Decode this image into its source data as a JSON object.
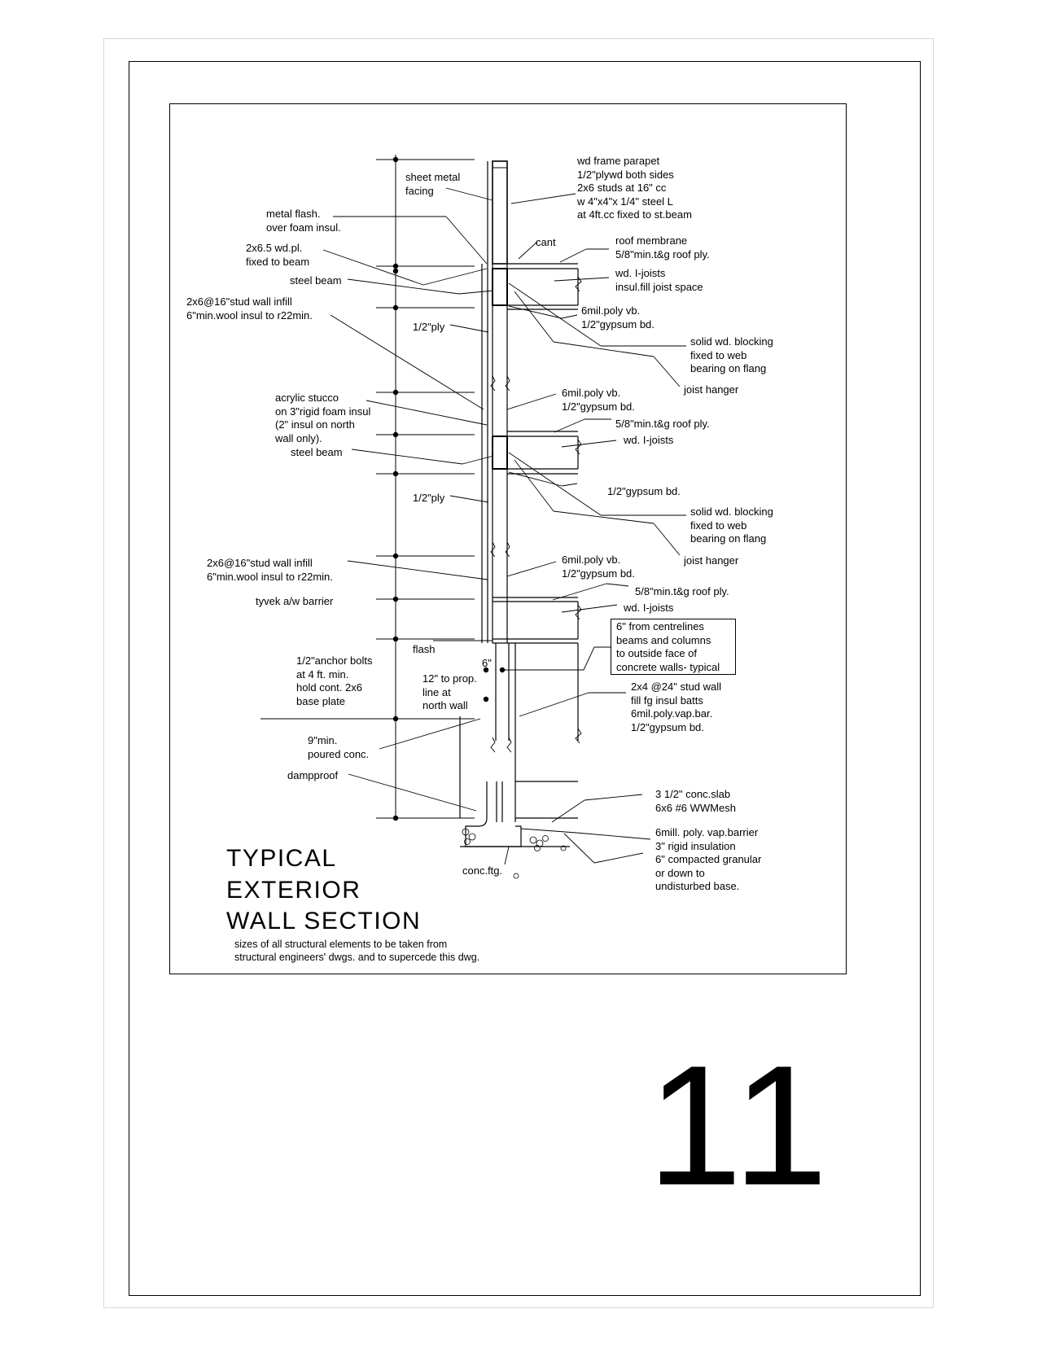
{
  "labels": {
    "sheet_metal_facing": "sheet metal\nfacing",
    "wd_frame_parapet": "wd frame parapet\n1/2\"plywd both sides\n2x6 studs at 16\" cc\nw 4\"x4\"x 1/4\" steel L\nat 4ft.cc fixed to st.beam",
    "metal_flash": "metal flash.\nover foam insul.",
    "cant": "cant",
    "roof_membrane": "roof membrane\n5/8\"min.t&g roof ply.",
    "wd_pl": "2x6.5 wd.pl.\nfixed to beam",
    "steel_beam_1": "steel beam",
    "wd_ijoists_1": "wd. I-joists\ninsul.fill joist space",
    "stud_wall_infill_1": "2x6@16\"stud wall infill\n6\"min.wool insul to r22min.",
    "poly_gypsum_1": "6mil.poly vb.\n1/2\"gypsum bd.",
    "half_ply_1": "1/2\"ply",
    "solid_blocking_1": "solid wd. blocking\nfixed to web\nbearing on flang",
    "joist_hanger_1": "joist hanger",
    "poly_gypsum_2": "6mil.poly vb.\n1/2\"gypsum bd.",
    "acrylic_stucco": "acrylic stucco\non 3\"rigid foam insul\n(2\" insul on north\nwall only).",
    "roof_ply_2": "5/8\"min.t&g roof ply.",
    "steel_beam_2": "steel beam",
    "wd_ijoists_2": "wd. I-joists",
    "half_ply_2": "1/2\"ply",
    "gypsum_2": "1/2\"gypsum bd.",
    "solid_blocking_2": "solid wd. blocking\nfixed to web\nbearing on flang",
    "joist_hanger_2": "joist hanger",
    "stud_wall_infill_2": "2x6@16\"stud wall infill\n6\"min.wool insul to r22min.",
    "poly_gypsum_3": "6mil.poly vb.\n1/2\"gypsum bd.",
    "tyvek": "tyvek a/w barrier",
    "roof_ply_3": "5/8\"min.t&g roof ply.",
    "wd_ijoists_3": "wd. I-joists",
    "flash": "flash",
    "centrelines_note": "6\" from centrelines\nbeams and columns\nto outside face of\nconcrete walls- typical",
    "anchor_bolts": "1/2\"anchor bolts\nat 4 ft. min.\nhold cont. 2x6\nbase plate",
    "six_inch": "6\"",
    "twelve_to_prop": "12\" to prop.\nline at\nnorth wall",
    "stud_wall_2x4": "2x4 @24\" stud wall\nfill fg insul batts\n6mil.poly.vap.bar.\n1/2\"gypsum bd.",
    "poured_conc": "9\"min.\npoured conc.",
    "dampproof": "dampproof",
    "conc_slab": "3 1/2\" conc.slab\n6x6 #6 WWMesh",
    "vap_barrier": "6mill. poly. vap.barrier\n3\" rigid insulation\n6\" compacted granular\nor down to\nundisturbed base.",
    "conc_ftg": "conc.ftg."
  },
  "title": "TYPICAL\nEXTERIOR\nWALL SECTION",
  "note": "sizes of all structural elements to be taken from\nstructural engineers' dwgs. and to supercede this dwg.",
  "sheet_number": "11"
}
